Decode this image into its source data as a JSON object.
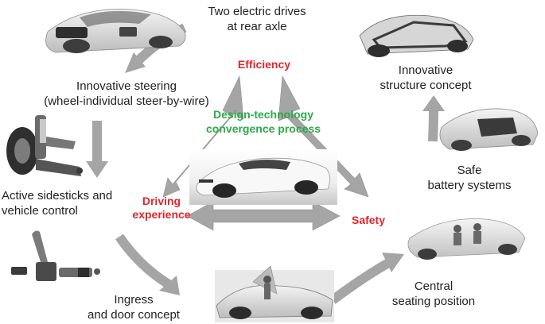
{
  "labels": {
    "two_electric_drives": "Two electric drives\nat rear axle",
    "innovative_steering": "Innovative steering\n(wheel-individual steer-by-wire)",
    "active_sidesticks": "Active sidesticks and\nvehicle control",
    "ingress_door": "Ingress\nand door concept",
    "central_seating": "Central\nseating position",
    "safe_battery": "Safe\nbattery systems",
    "innovative_structure": "Innovative\nstructure concept"
  },
  "triangle": {
    "efficiency": "Efficiency",
    "driving_experience": "Driving\nexperience",
    "safety": "Safety",
    "center": "Design-technology\nconvergence process"
  },
  "images": {
    "top_left": "concept car with rear drive units",
    "top_right": "car body structure frame",
    "right_mid": "car with battery pack",
    "right_bottom": "car with central seating occupants",
    "bottom_center": "open car with occupant entering",
    "left_upper": "steer-by-wire wheel module",
    "left_lower": "sidestick control unit",
    "center": "white concept car"
  },
  "colors": {
    "accent_red": "#e0252b",
    "accent_green": "#2daa4a",
    "arrow_grey": "#a5a5a5"
  }
}
